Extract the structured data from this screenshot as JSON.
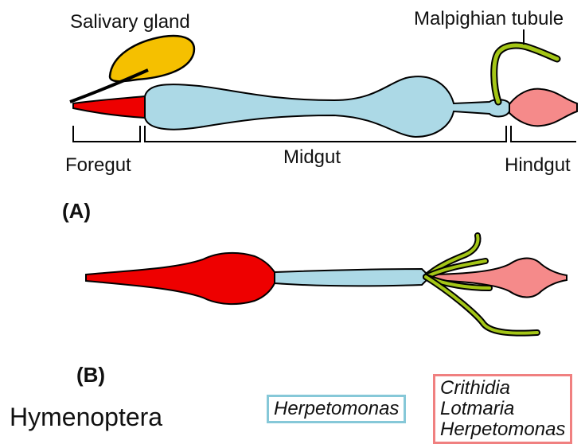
{
  "labels": {
    "salivary_gland": "Salivary gland",
    "malpighian_tubule": "Malpighian tubule",
    "foregut": "Foregut",
    "midgut": "Midgut",
    "hindgut": "Hindgut"
  },
  "panels": {
    "a": "(A)",
    "b": "(B)"
  },
  "order_name": "Hymenoptera",
  "legend": {
    "midgut_box": [
      "Herpetomonas"
    ],
    "hindgut_box": [
      "Crithidia",
      "Lotmaria",
      "Herpetomonas"
    ]
  },
  "colors": {
    "foregut": "#ee0000",
    "midgut": "#acd9e6",
    "hindgut": "#f58a8a",
    "salivary_gland": "#f5c000",
    "malpighian_tubule": "#a4c617",
    "midgut_box_border": "#86c8d8",
    "hindgut_box_border": "#f08080"
  }
}
